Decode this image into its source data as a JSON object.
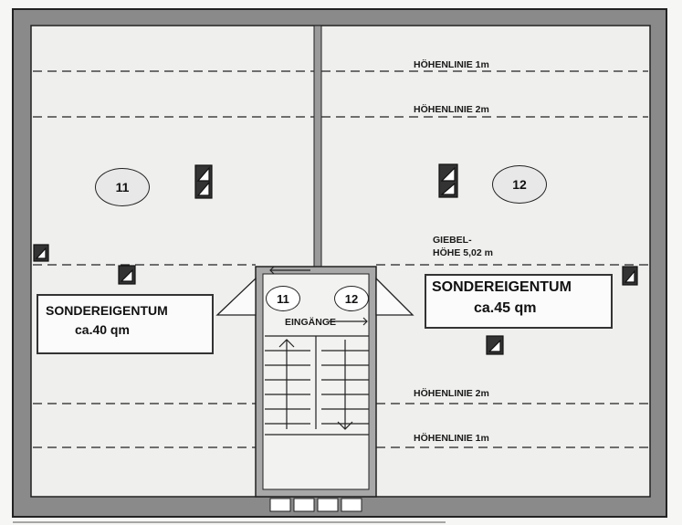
{
  "contour_lines": {
    "top_1m": "HÖHENLINIE 1m",
    "top_2m": "HÖHENLINIE 2m",
    "bottom_2m": "HÖHENLINIE 2m",
    "bottom_1m": "HÖHENLINIE 1m"
  },
  "gable": {
    "line1": "GIEBEL-",
    "line2": "HÖHE 5,02 m"
  },
  "units": {
    "left": {
      "number": "11",
      "title": "SONDEREIGENTUM",
      "area": "ca.40 qm"
    },
    "right": {
      "number": "12",
      "title": "SONDEREIGENTUM",
      "area": "ca.45 qm"
    }
  },
  "entrance": {
    "label": "EINGÄNGE",
    "left_number": "11",
    "right_number": "12"
  }
}
